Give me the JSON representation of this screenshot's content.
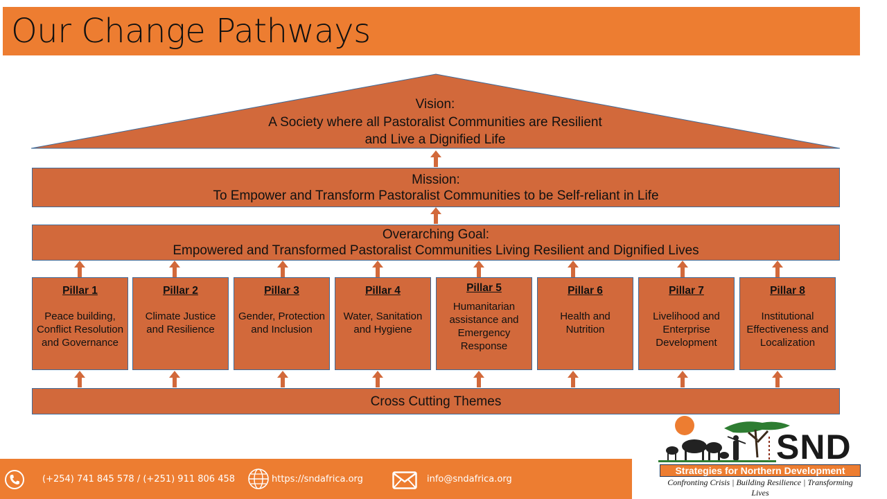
{
  "title": "Our Change Pathways",
  "vision": {
    "lines": [
      "Vision:",
      "A Society where all Pastoralist Communities are Resilient",
      "and Live a Dignified Life"
    ]
  },
  "mission": {
    "lines": [
      "Mission:",
      "To Empower and Transform Pastoralist Communities to be Self-reliant in Life"
    ]
  },
  "goal": {
    "lines": [
      "Overarching Goal:",
      "Empowered and Transformed Pastoralist Communities Living Resilient and Dignified Lives"
    ]
  },
  "pillars": [
    {
      "title": "Pillar 1",
      "desc": "Peace building, Conflict Resolution and Governance"
    },
    {
      "title": "Pillar 2",
      "desc": "Climate Justice and Resilience"
    },
    {
      "title": "Pillar 3",
      "desc": "Gender, Protection and Inclusion"
    },
    {
      "title": "Pillar 4",
      "desc": "Water, Sanitation and Hygiene"
    },
    {
      "title": "Pillar 5",
      "desc": "Humanitarian assistance and Emergency Response"
    },
    {
      "title": "Pillar 6",
      "desc": "Health and Nutrition"
    },
    {
      "title": "Pillar 7",
      "desc": "Livelihood and Enterprise Development"
    },
    {
      "title": "Pillar 8",
      "desc": "Institutional Effectiveness and Localization"
    }
  ],
  "cross_cutting": "Cross Cutting Themes",
  "footer": {
    "phone": "(+254) 741 845 578 / (+251) 911 806 458",
    "website": "https://sndafrica.org",
    "email": "info@sndafrica.org"
  },
  "logo": {
    "name": "SND",
    "full_name": "Strategies for Northern Development",
    "tagline": "Confronting Crisis | Building Resilience | Transforming Lives"
  },
  "colors": {
    "title_bar": "#ED7D31",
    "box_fill": "#D2693B",
    "box_border": "#3E6B9A",
    "arrow": "#D2693B",
    "footer": "#ED7D31"
  }
}
